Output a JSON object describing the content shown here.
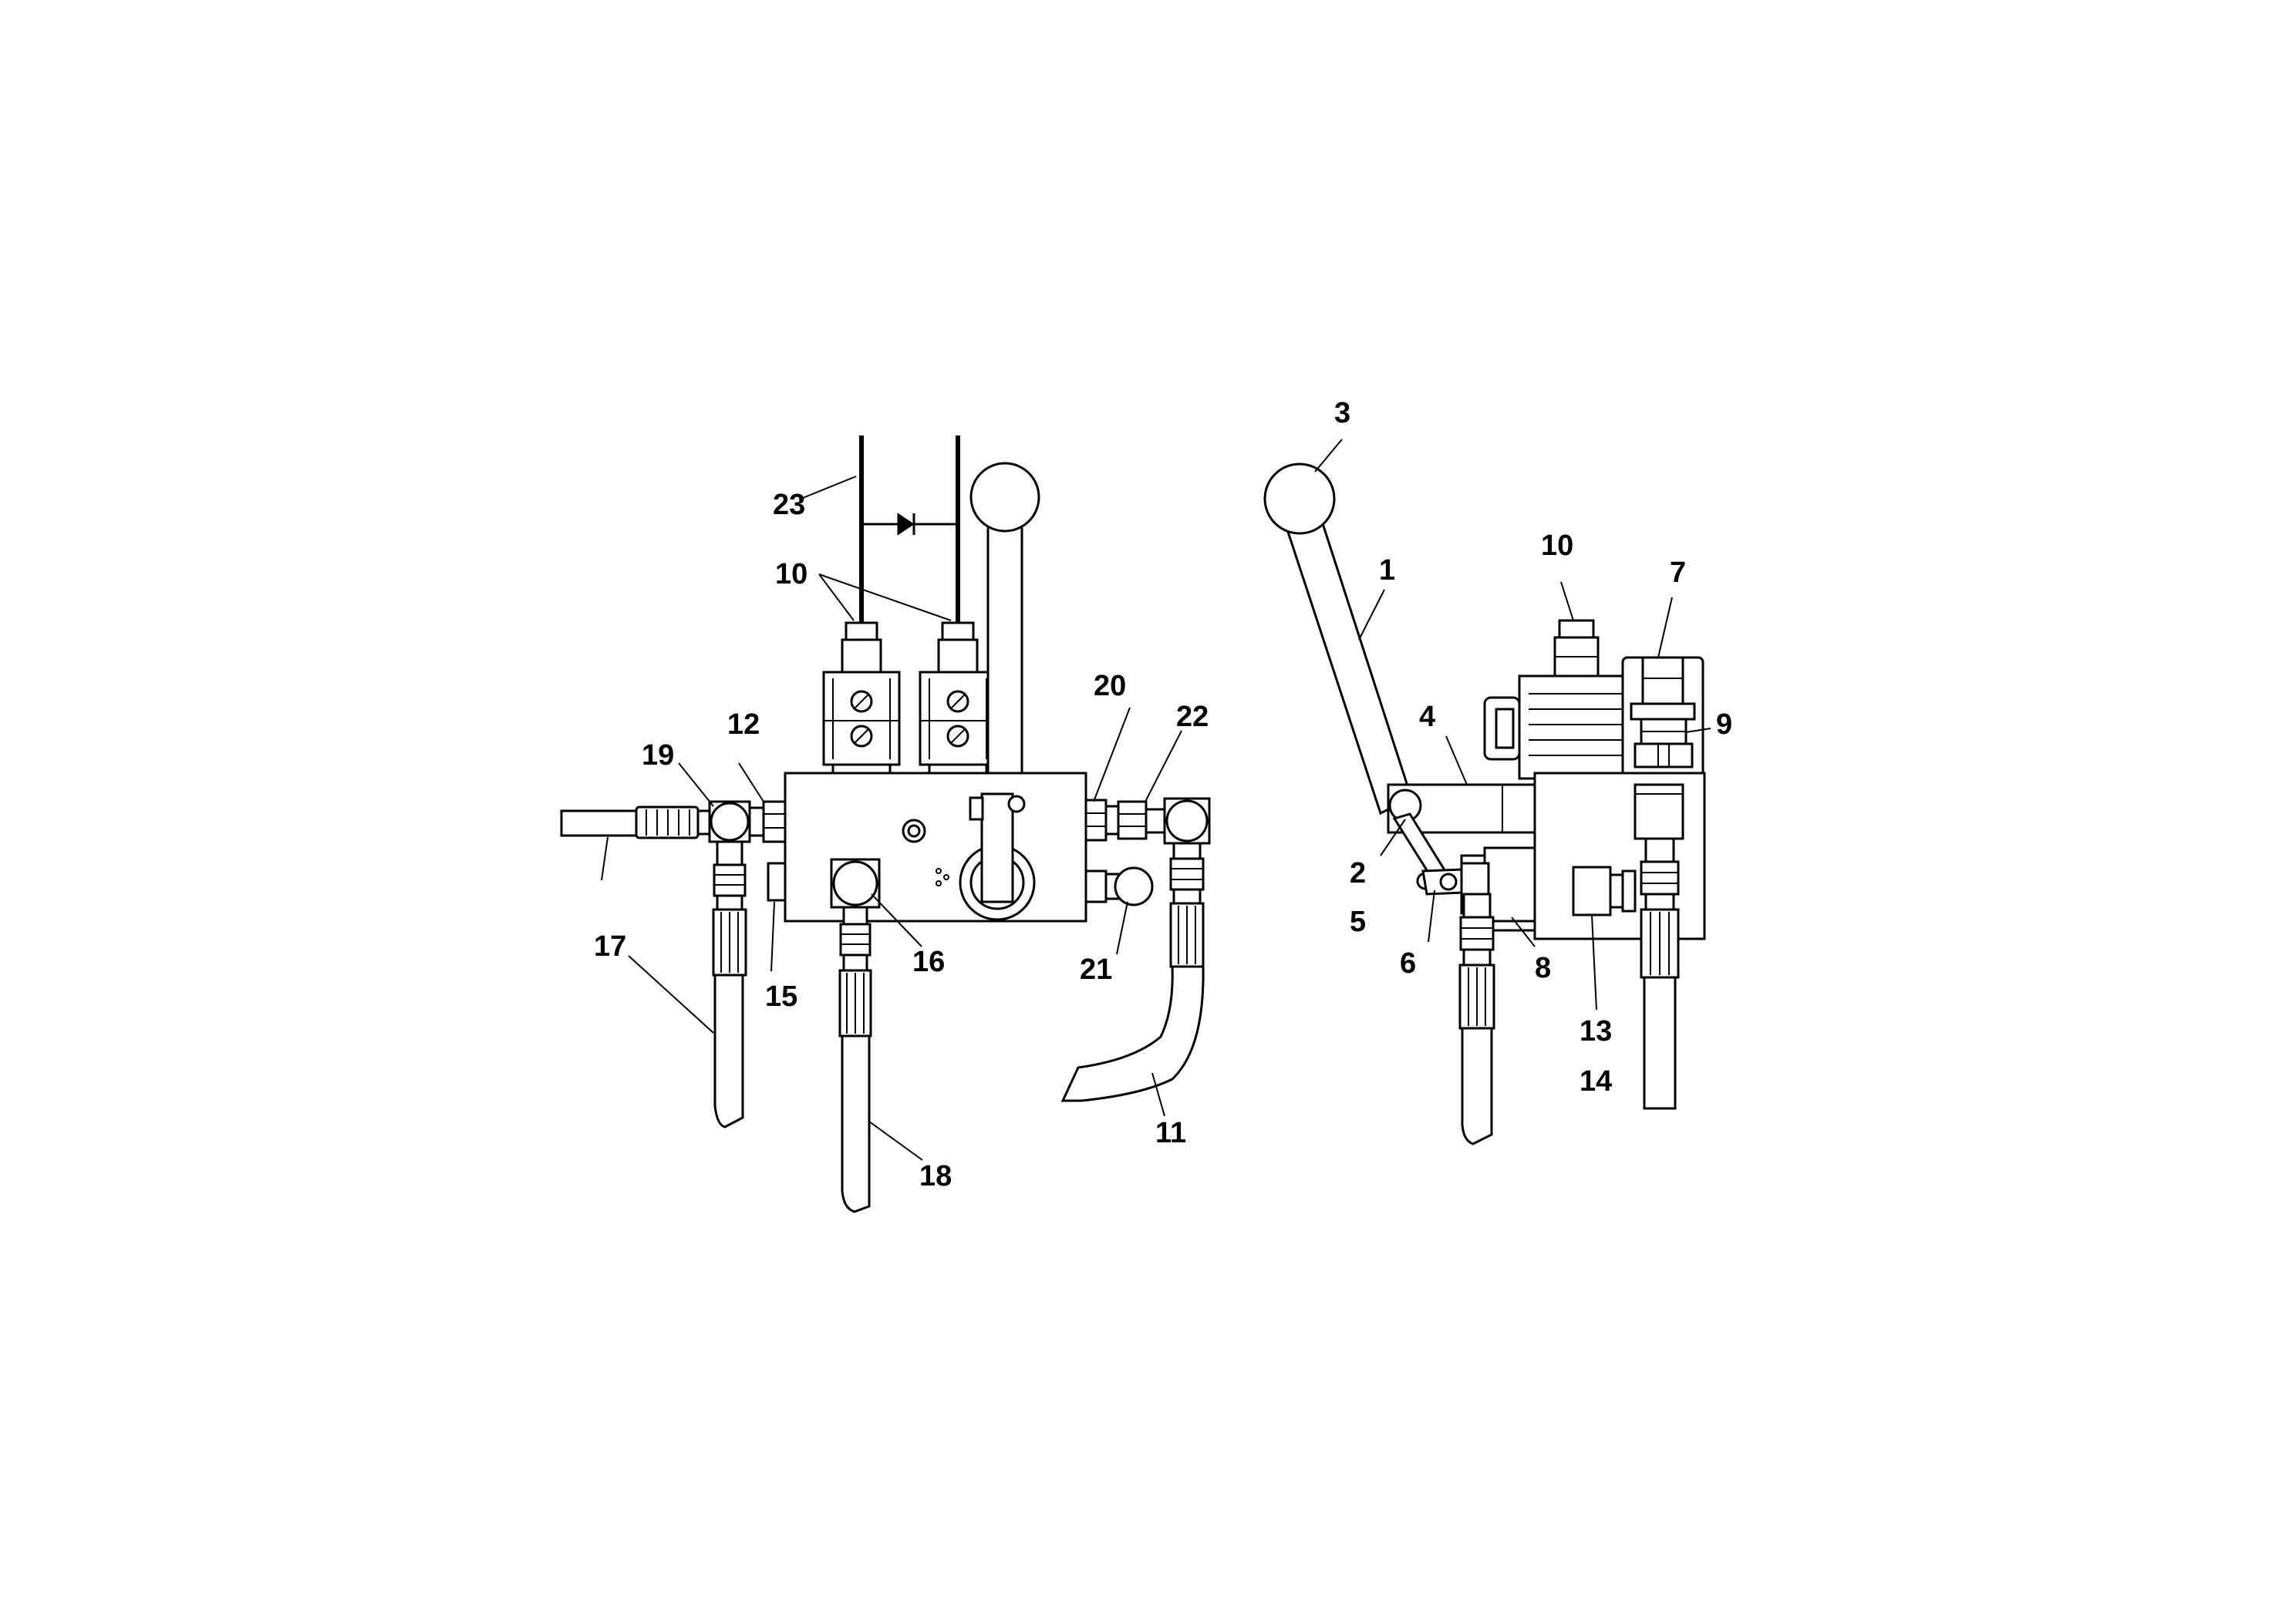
{
  "figure": {
    "type": "parts-diagram",
    "views": [
      "front",
      "side"
    ],
    "background": "#ffffff",
    "line_color": "#000000"
  },
  "callouts": {
    "c1": "1",
    "c2": "2",
    "c3": "3",
    "c4": "4",
    "c5": "5",
    "c6": "6",
    "c7": "7",
    "c8": "8",
    "c9": "9",
    "c10": "10",
    "c11": "11",
    "c12": "12",
    "c13": "13",
    "c14": "14",
    "c15": "15",
    "c16": "16",
    "c17": "17",
    "c18": "18",
    "c19": "19",
    "c20": "20",
    "c21": "21",
    "c22": "22",
    "c23": "23"
  }
}
